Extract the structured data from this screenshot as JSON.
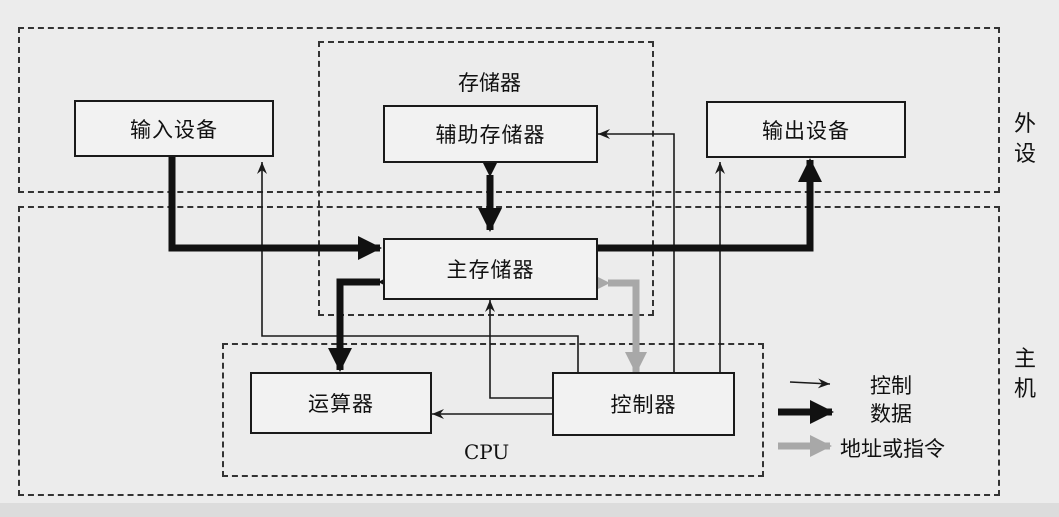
{
  "labels": {
    "peripheral": "外设",
    "host": "主机",
    "storage": "存储器",
    "cpu": "CPU"
  },
  "boxes": {
    "input_device": "输入设备",
    "aux_storage": "辅助存储器",
    "output_device": "输出设备",
    "main_memory": "主存储器",
    "alu": "运算器",
    "controller": "控制器"
  },
  "legend": {
    "control": "控制",
    "data": "数据",
    "address": "地址或指令"
  },
  "colors": {
    "line": "#1a1a1a",
    "data_arrow": "#111111",
    "address_arrow": "#a8a8a8"
  }
}
